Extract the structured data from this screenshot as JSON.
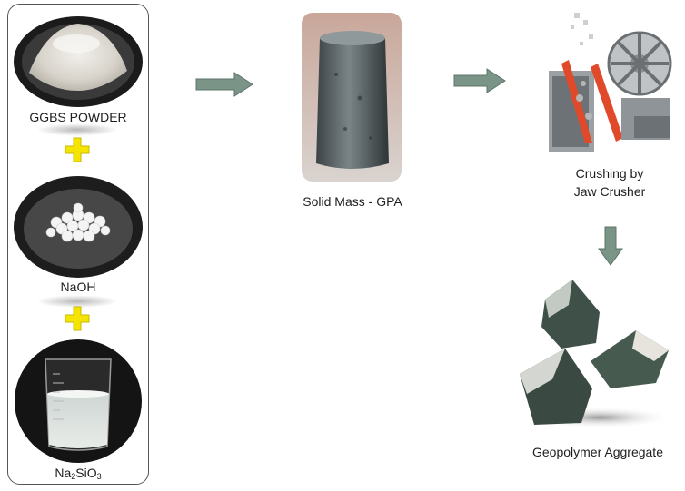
{
  "ingredients": [
    {
      "label": "GGBS POWDER"
    },
    {
      "label": "NaOH"
    },
    {
      "label_parts": [
        "Na",
        "2",
        "SiO",
        "3"
      ]
    }
  ],
  "steps": {
    "solid_mass": "Solid Mass - GPA",
    "crushing_line1": "Crushing by",
    "crushing_line2": "Jaw Crusher",
    "aggregate": "Geopolymer  Aggregate"
  },
  "colors": {
    "arrow": "#7a9488",
    "plus": "#f5e400",
    "crusher_frame": "#e04a2a"
  },
  "icons": [
    "plus-icon",
    "right-arrow-icon",
    "down-arrow-icon"
  ]
}
